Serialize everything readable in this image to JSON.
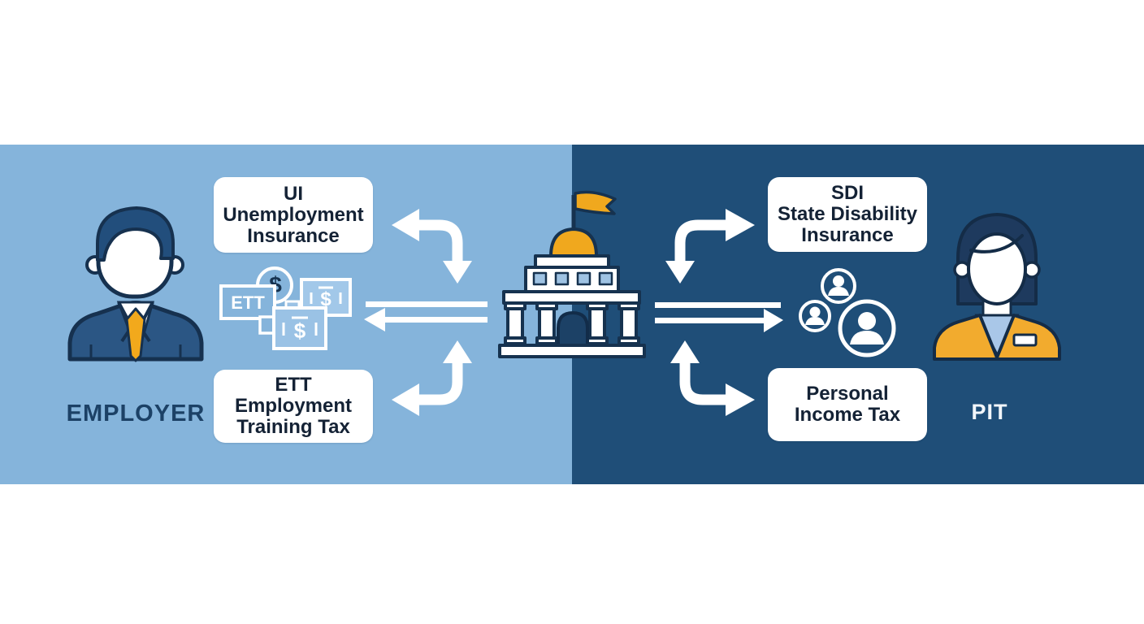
{
  "scene": {
    "description": "Payroll tax flow infographic: employer side (light blue) and employee side (dark blue) exchanging taxes with a government building"
  },
  "left_panel": {
    "role_label": "EMPLOYER",
    "ui_box": {
      "abbr": "UI",
      "line2": "Unemployment",
      "line3": "Insurance"
    },
    "ett_box": {
      "abbr": "ETT",
      "line2": "Employment",
      "line3": "Training Tax"
    },
    "money_group": {
      "tag_label": "ETT",
      "coin_symbol": "$",
      "bill_symbol_front": "$",
      "bill_symbol_back": "$"
    }
  },
  "right_panel": {
    "role_label": "PIT",
    "sdi_box": {
      "abbr": "SDI",
      "line2": "State Disability",
      "line3": "Insurance"
    },
    "pit_box": {
      "line1": "Personal",
      "line2": "Income Tax"
    }
  },
  "colors": {
    "employer_side_bg": "#85b4db",
    "employee_side_bg": "#1f4e78",
    "accent_gold": "#f0a81e",
    "navy_outline": "#16324f",
    "box_bg": "#ffffff",
    "box_text": "#142235",
    "employer_label_text": "#1c4166",
    "pit_label_text": "#f2f6fa",
    "arrow_white": "#ffffff"
  }
}
